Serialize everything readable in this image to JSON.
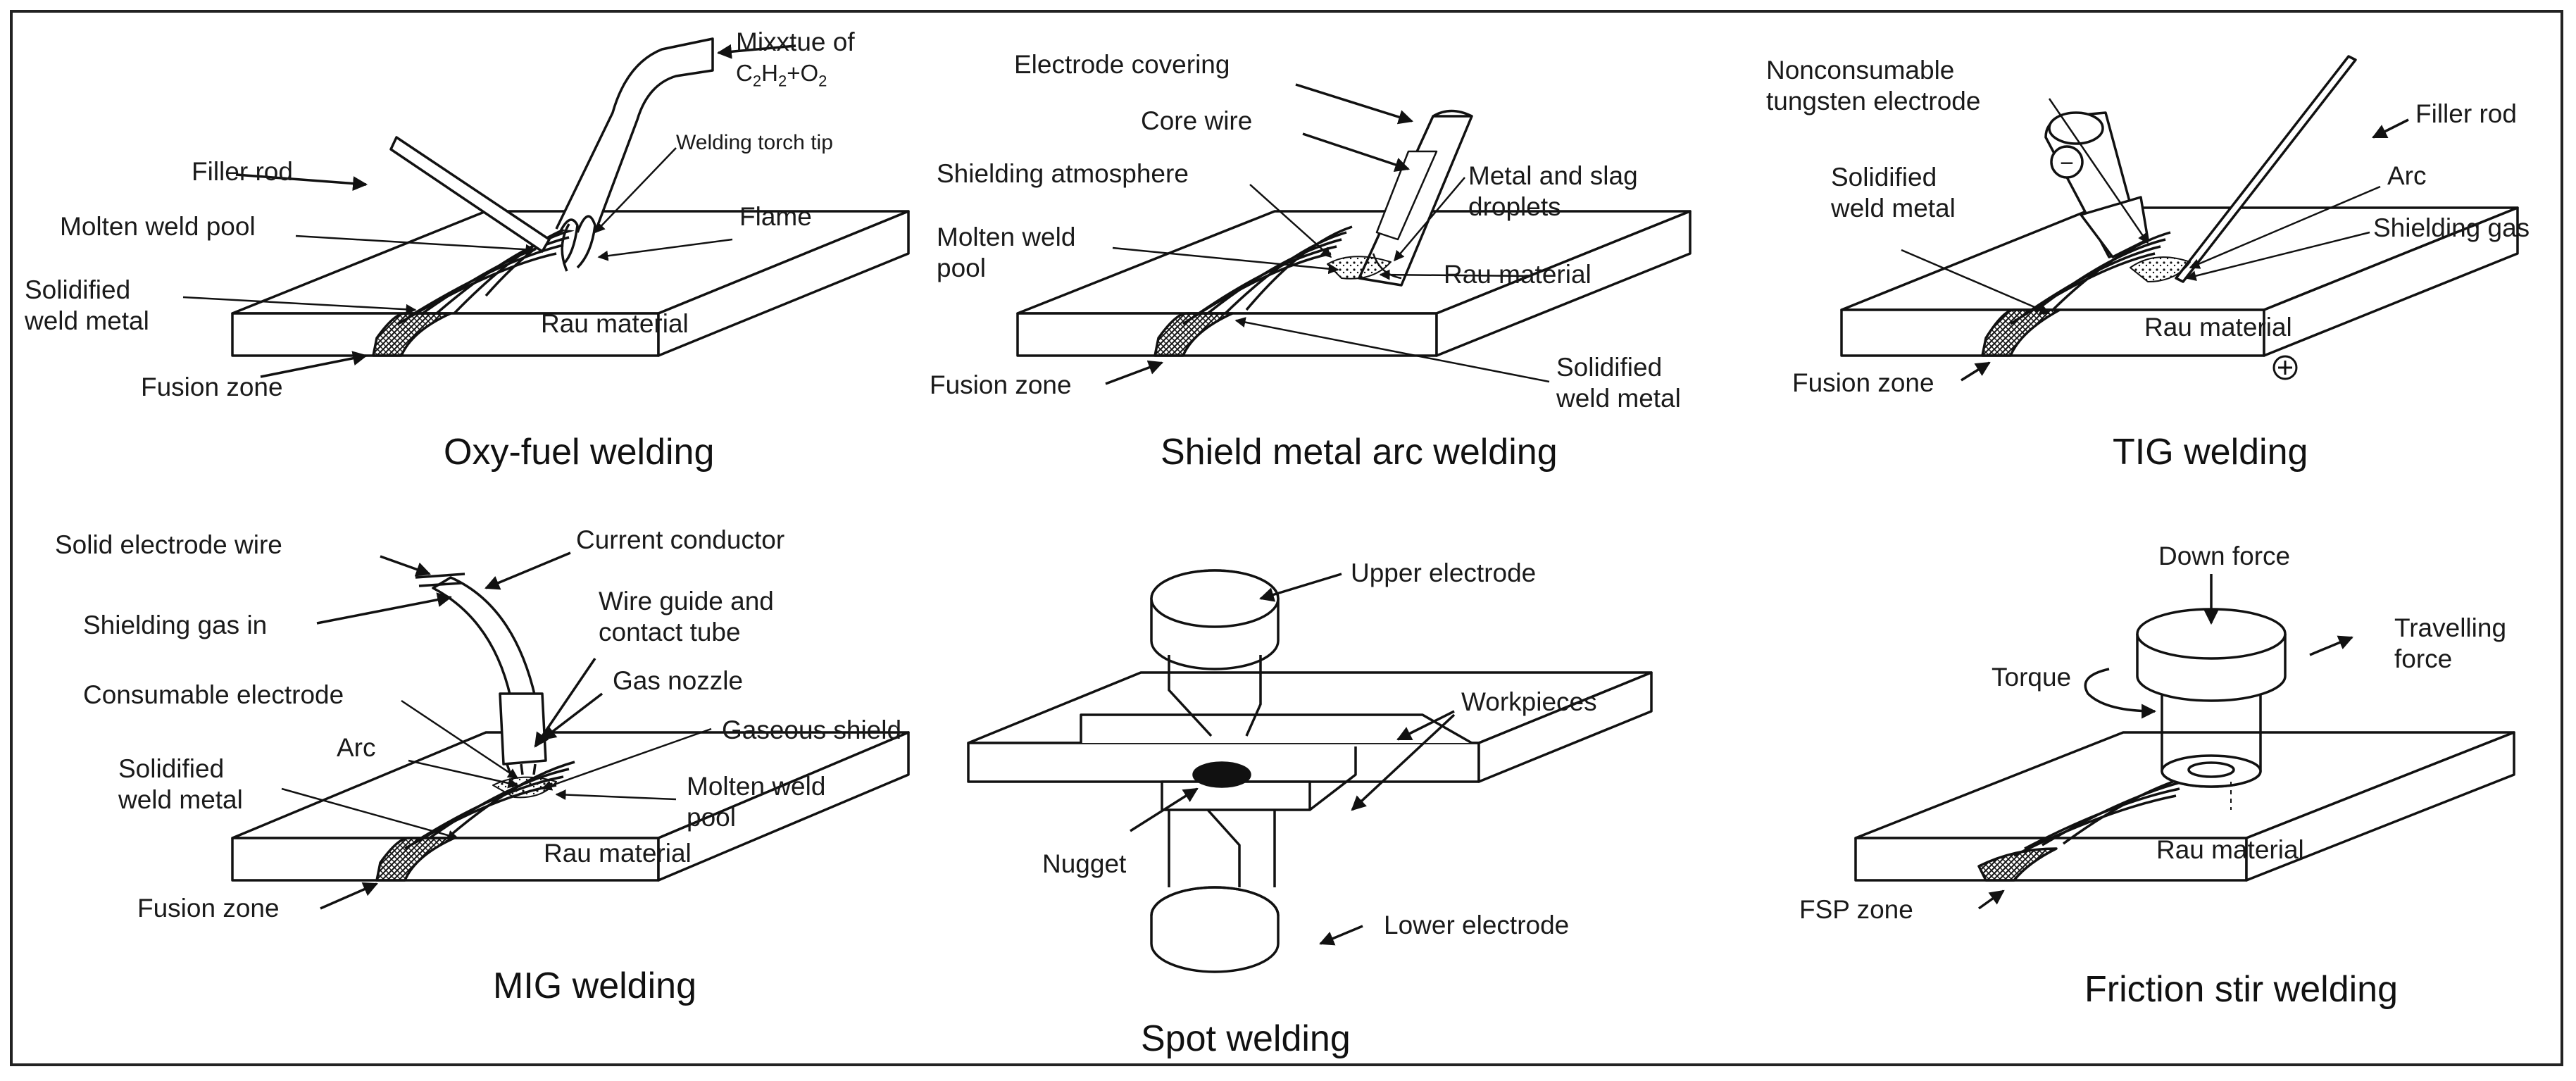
{
  "panels": {
    "oxy": {
      "title": "Oxy-fuel welding",
      "labels": {
        "mixture": "Mixxtue of",
        "filler_rod": "Filler rod",
        "torch_tip": "Welding torch tip",
        "molten_pool": "Molten weld pool",
        "flame": "Flame",
        "solidified": "Solidified\nweld metal",
        "raw_material": "Rau material",
        "fusion_zone": "Fusion zone"
      }
    },
    "smaw": {
      "title": "Shield metal arc welding",
      "labels": {
        "electrode_covering": "Electrode covering",
        "core_wire": "Core wire",
        "shielding_atmosphere": "Shielding atmosphere",
        "metal_slag": "Metal and slag\ndroplets",
        "molten_pool": "Molten weld\npool",
        "raw_material": "Rau material",
        "fusion_zone": "Fusion zone",
        "solidified": "Solidified\nweld metal"
      }
    },
    "tig": {
      "title": "TIG welding",
      "labels": {
        "electrode": "Nonconsumable\ntungsten electrode",
        "filler_rod": "Filler rod",
        "solidified": "Solidified\nweld metal",
        "arc": "Arc",
        "shielding_gas": "Shielding gas",
        "raw_material": "Rau material",
        "fusion_zone": "Fusion zone"
      }
    },
    "mig": {
      "title": "MIG welding",
      "labels": {
        "solid_wire": "Solid electrode wire",
        "current_conductor": "Current conductor",
        "shielding_gas_in": "Shielding gas in",
        "wire_guide": "Wire guide and\ncontact tube",
        "gas_nozzle": "Gas nozzle",
        "consumable_electrode": "Consumable electrode",
        "gaseous_shield": "Gaseous shield",
        "arc": "Arc",
        "solidified": "Solidified\nweld metal",
        "molten_pool": "Molten weld\npool",
        "raw_material": "Rau material",
        "fusion_zone": "Fusion zone"
      }
    },
    "spot": {
      "title": "Spot welding",
      "labels": {
        "upper_electrode": "Upper electrode",
        "workpieces": "Workpieces",
        "nugget": "Nugget",
        "lower_electrode": "Lower electrode"
      }
    },
    "fsw": {
      "title": "Friction stir welding",
      "labels": {
        "down_force": "Down force",
        "travelling_force": "Travelling\nforce",
        "torque": "Torque",
        "raw_material": "Rau material",
        "fsp_zone": "FSP zone"
      }
    }
  },
  "formula": {
    "c": "C",
    "s1": "2",
    "h": "H",
    "s2": "2",
    "o": "+O",
    "s3": "2"
  },
  "polarity": {
    "minus": "−",
    "plus": "+"
  }
}
